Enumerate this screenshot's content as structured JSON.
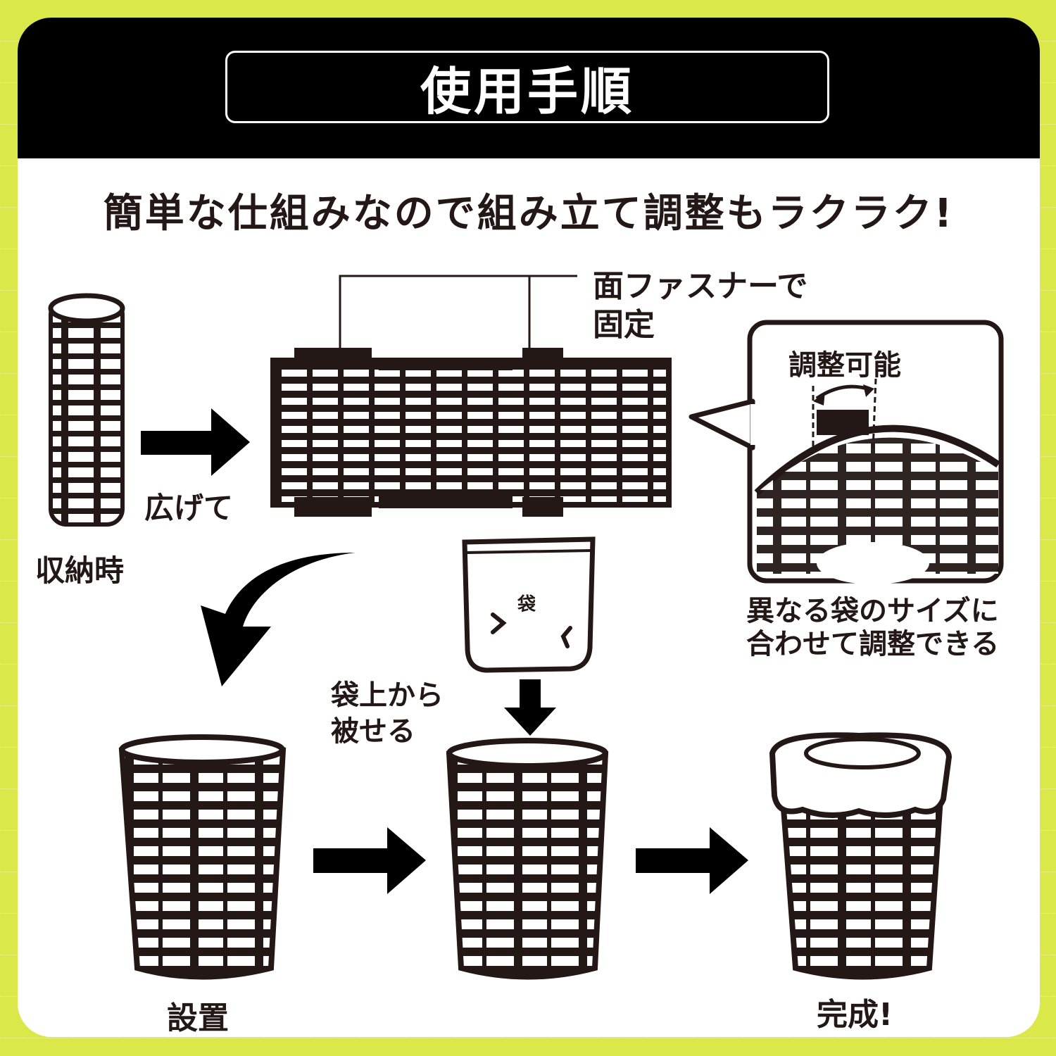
{
  "header": {
    "title": "使用手順"
  },
  "subtitle": "簡単な仕組みなので組み立て調整もラクラク!",
  "labels": {
    "velcro_line1": "面ファスナーで",
    "velcro_line2": "固定",
    "adjustable": "調整可能",
    "callout_line1": "異なる袋のサイズに",
    "callout_line2": "合わせて調整できる",
    "spread": "広げて",
    "storage": "収納時",
    "bag": "袋",
    "cover_line1": "袋上から",
    "cover_line2": "被せる",
    "install": "設置",
    "done": "完成!"
  },
  "colors": {
    "background": "#dbe84a",
    "ink": "#231815",
    "header": "#000000",
    "card": "#ffffff"
  },
  "icons": [
    "rolled-basket-icon",
    "flat-mesh-icon",
    "arrow-right-icon",
    "curved-arrow-icon",
    "bag-icon",
    "arrow-down-icon",
    "basket-icon",
    "basket-with-bag-icon",
    "zoom-callout-icon"
  ]
}
